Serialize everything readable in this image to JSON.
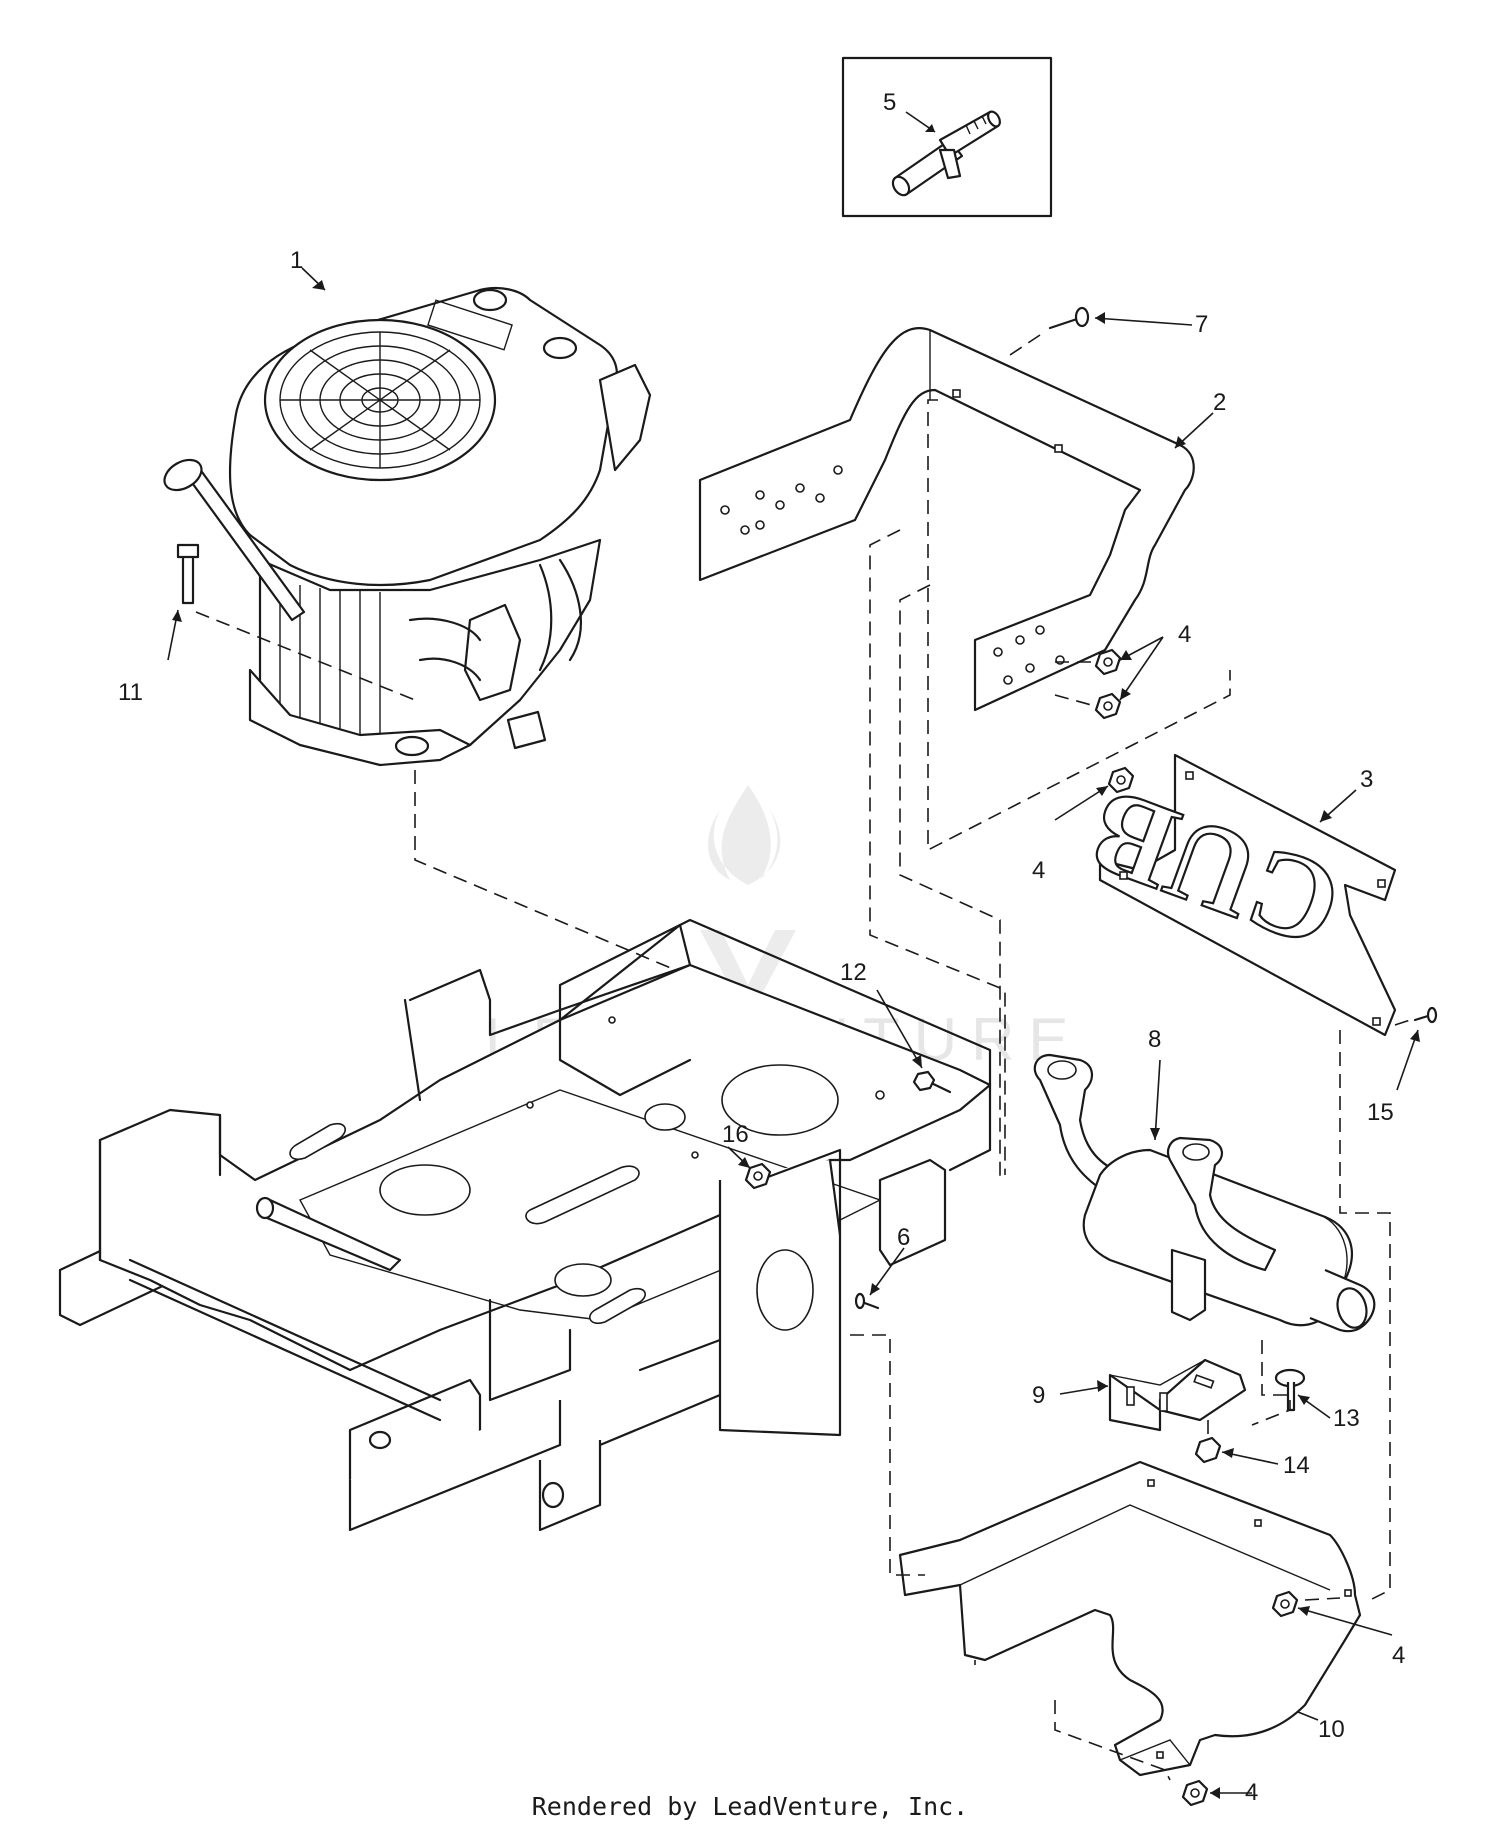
{
  "callouts": [
    {
      "id": "1",
      "label": "1"
    },
    {
      "id": "2",
      "label": "2"
    },
    {
      "id": "3",
      "label": "3"
    },
    {
      "id": "4a",
      "label": "4"
    },
    {
      "id": "4b",
      "label": "4"
    },
    {
      "id": "4c",
      "label": "4"
    },
    {
      "id": "4d",
      "label": "4"
    },
    {
      "id": "5",
      "label": "5"
    },
    {
      "id": "6",
      "label": "6"
    },
    {
      "id": "7",
      "label": "7"
    },
    {
      "id": "8",
      "label": "8"
    },
    {
      "id": "9",
      "label": "9"
    },
    {
      "id": "10",
      "label": "10"
    },
    {
      "id": "11",
      "label": "11"
    },
    {
      "id": "12",
      "label": "12"
    },
    {
      "id": "13",
      "label": "13"
    },
    {
      "id": "14",
      "label": "14"
    },
    {
      "id": "15",
      "label": "15"
    },
    {
      "id": "16",
      "label": "16"
    }
  ],
  "watermark": "LEADVENTURE",
  "footer": "Rendered by LeadVenture, Inc."
}
